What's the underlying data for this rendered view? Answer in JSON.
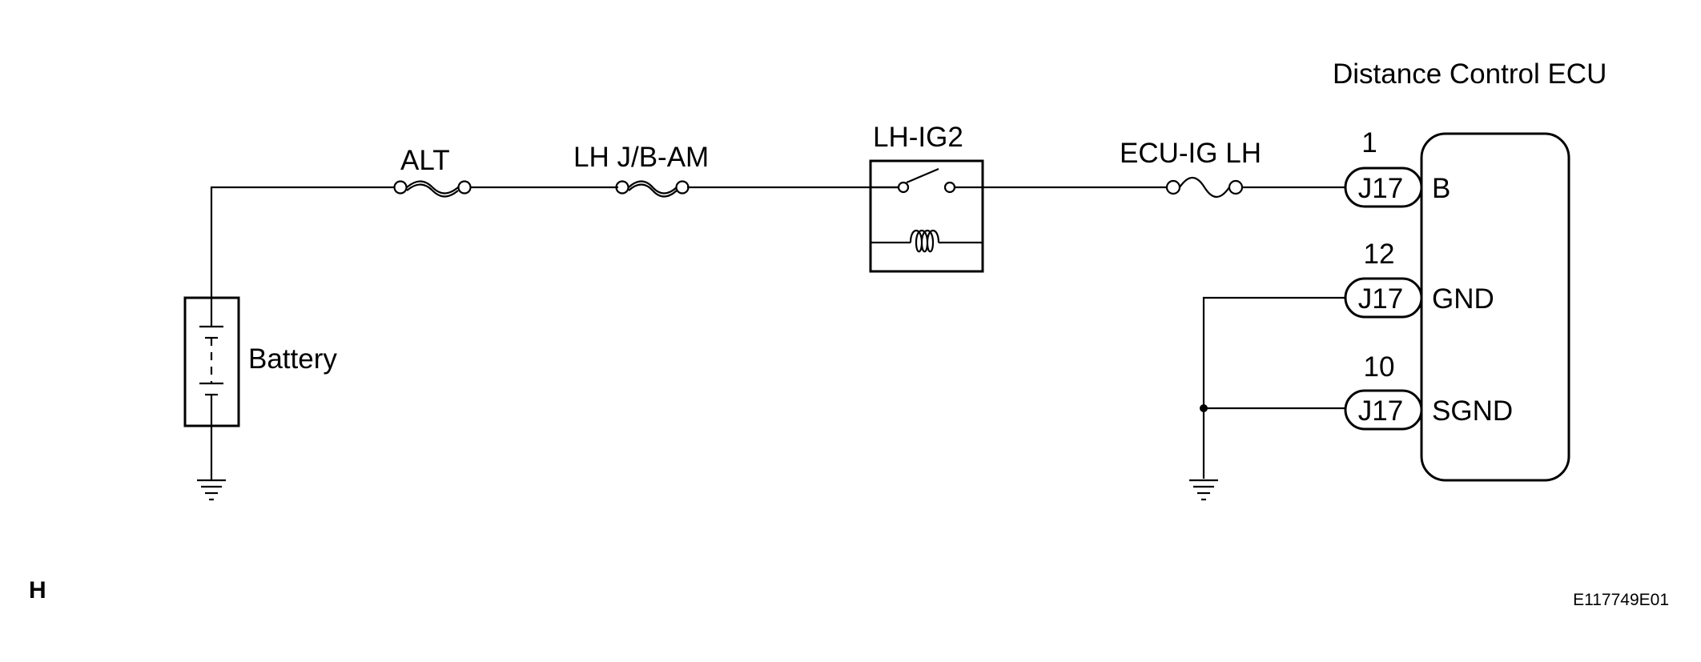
{
  "ecu": {
    "title": "Distance Control ECU",
    "pins": [
      {
        "number": "1",
        "connector": "J17",
        "signal": "B"
      },
      {
        "number": "12",
        "connector": "J17",
        "signal": "GND"
      },
      {
        "number": "10",
        "connector": "J17",
        "signal": "SGND"
      }
    ]
  },
  "fuses": {
    "alt": "ALT",
    "lh_jb_am": "LH J/B-AM",
    "ecu_ig_lh": "ECU-IG LH"
  },
  "relay": {
    "label": "LH-IG2"
  },
  "battery": {
    "label": "Battery"
  },
  "footer": {
    "section_letter": "H",
    "figure_id": "E117749E01"
  }
}
